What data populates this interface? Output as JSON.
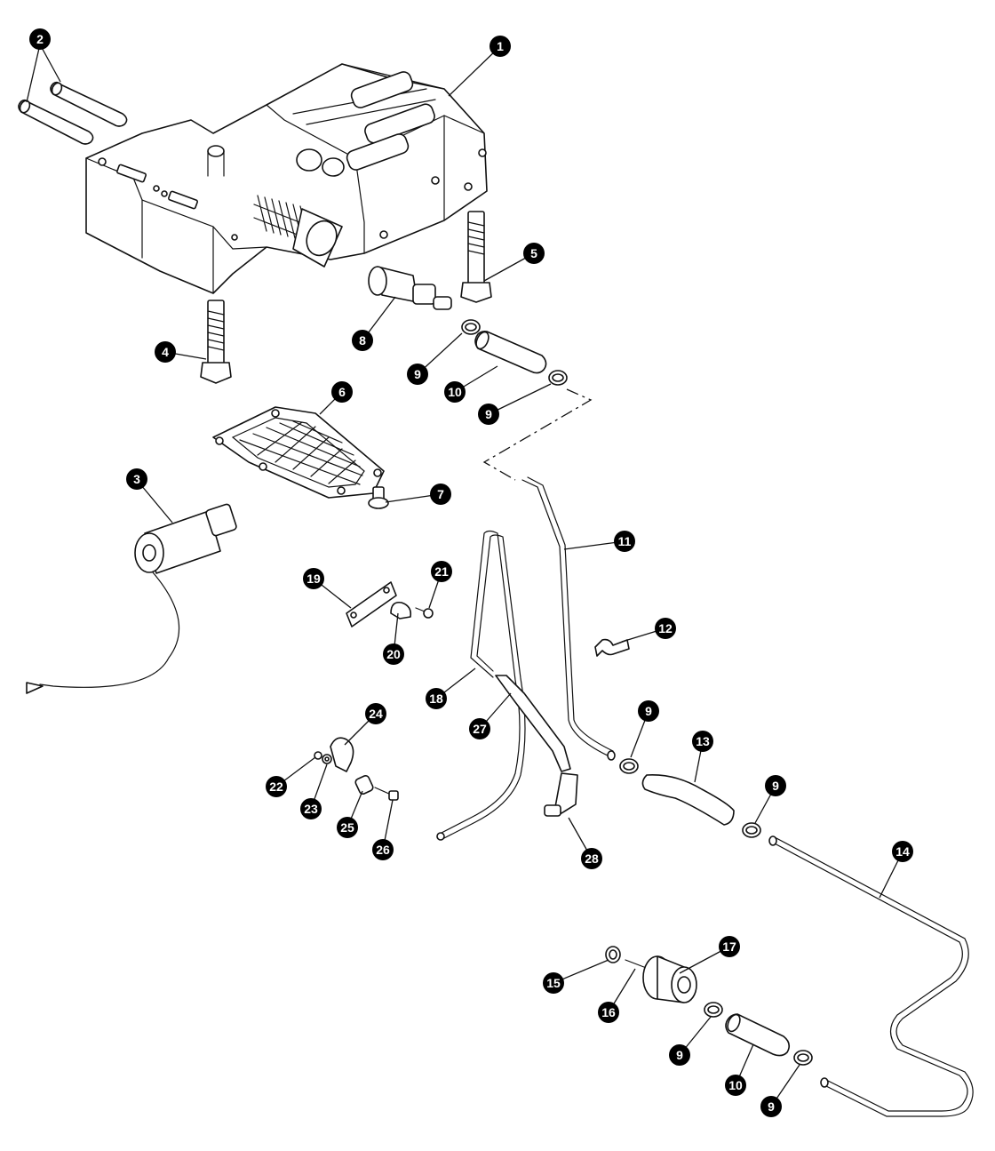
{
  "callouts": [
    {
      "id": "c1",
      "label": "1"
    },
    {
      "id": "c2",
      "label": "2"
    },
    {
      "id": "c3",
      "label": "3"
    },
    {
      "id": "c4",
      "label": "4"
    },
    {
      "id": "c5",
      "label": "5"
    },
    {
      "id": "c6",
      "label": "6"
    },
    {
      "id": "c7",
      "label": "7"
    },
    {
      "id": "c8",
      "label": "8"
    },
    {
      "id": "c9a",
      "label": "9"
    },
    {
      "id": "c9b",
      "label": "9"
    },
    {
      "id": "c9c",
      "label": "9"
    },
    {
      "id": "c9d",
      "label": "9"
    },
    {
      "id": "c9e",
      "label": "9"
    },
    {
      "id": "c9f",
      "label": "9"
    },
    {
      "id": "c10a",
      "label": "10"
    },
    {
      "id": "c10b",
      "label": "10"
    },
    {
      "id": "c11",
      "label": "11"
    },
    {
      "id": "c12",
      "label": "12"
    },
    {
      "id": "c13",
      "label": "13"
    },
    {
      "id": "c14",
      "label": "14"
    },
    {
      "id": "c15",
      "label": "15"
    },
    {
      "id": "c16",
      "label": "16"
    },
    {
      "id": "c17",
      "label": "17"
    },
    {
      "id": "c18",
      "label": "18"
    },
    {
      "id": "c19",
      "label": "19"
    },
    {
      "id": "c20",
      "label": "20"
    },
    {
      "id": "c21",
      "label": "21"
    },
    {
      "id": "c22",
      "label": "22"
    },
    {
      "id": "c23",
      "label": "23"
    },
    {
      "id": "c24",
      "label": "24"
    },
    {
      "id": "c25",
      "label": "25"
    },
    {
      "id": "c26",
      "label": "26"
    },
    {
      "id": "c27",
      "label": "27"
    },
    {
      "id": "c28",
      "label": "28"
    }
  ]
}
